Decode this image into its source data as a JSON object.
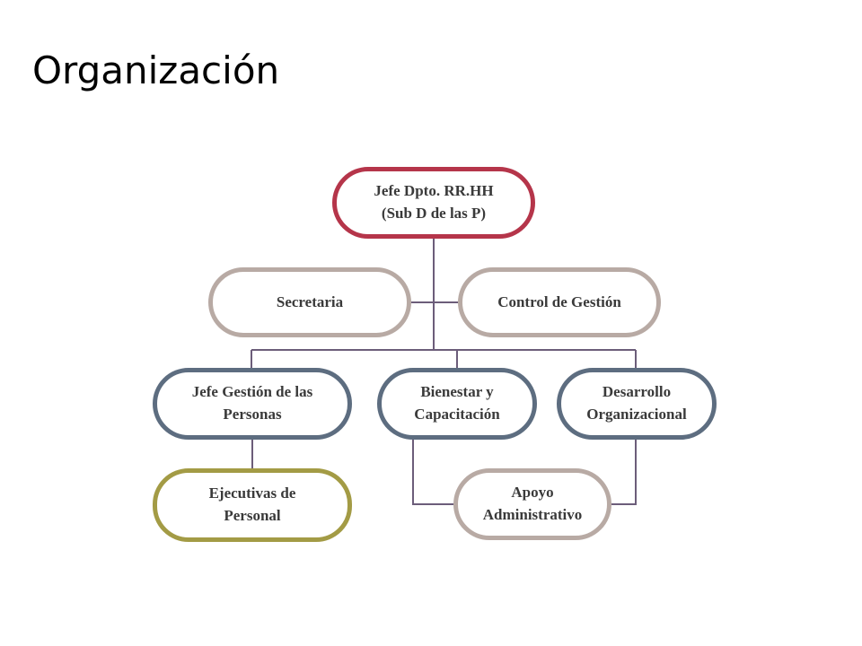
{
  "slide": {
    "title": "Organización"
  },
  "colors": {
    "red": "#b5354a",
    "taupe": "#b8aaa4",
    "slate": "#5d6d80",
    "olive": "#a39b45",
    "connector": "#6c5d7a"
  },
  "nodes": {
    "jefe_dpto": {
      "line1": "Jefe Dpto. RR.HH",
      "line2": "(Sub D de las P)",
      "color": "#b5354a"
    },
    "secretaria": {
      "line1": "Secretaria",
      "color": "#b8aaa4"
    },
    "control_gestion": {
      "line1": "Control de Gestión",
      "color": "#b8aaa4"
    },
    "jefe_gestion": {
      "line1": "Jefe Gestión de las",
      "line2": "Personas",
      "color": "#5d6d80"
    },
    "bienestar": {
      "line1": "Bienestar y",
      "line2": "Capacitación",
      "color": "#5d6d80"
    },
    "desarrollo": {
      "line1": "Desarrollo",
      "line2": "Organizacional",
      "color": "#5d6d80"
    },
    "ejecutivas": {
      "line1": "Ejecutivas de",
      "line2": "Personal",
      "color": "#a39b45"
    },
    "apoyo": {
      "line1": "Apoyo",
      "line2": "Administrativo",
      "color": "#b8aaa4"
    }
  }
}
